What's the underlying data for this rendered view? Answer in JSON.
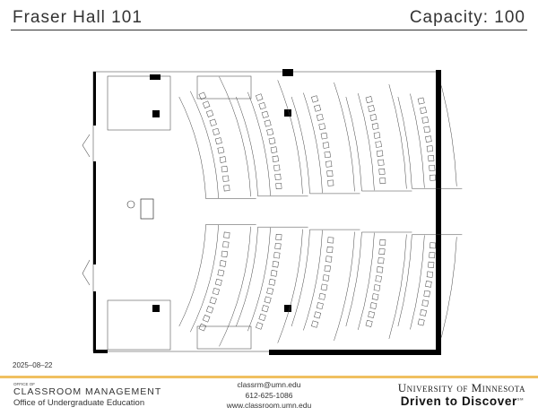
{
  "header": {
    "room": "Fraser Hall 101",
    "capacity": "Capacity: 100"
  },
  "date": "2025–08–22",
  "footer": {
    "office_of": "OFFICE OF",
    "office_name": "CLASSROOM MANAGEMENT",
    "department": "Office of Undergraduate Education",
    "email": "classrm@umn.edu",
    "phone": "612-625-1086",
    "website": "www.classroom.umn.edu",
    "university": "University of Minnesota",
    "tagline": "Driven to Discover",
    "tagline_mark": "SM"
  },
  "colors": {
    "accent": "#f0c060",
    "ink": "#000000"
  }
}
